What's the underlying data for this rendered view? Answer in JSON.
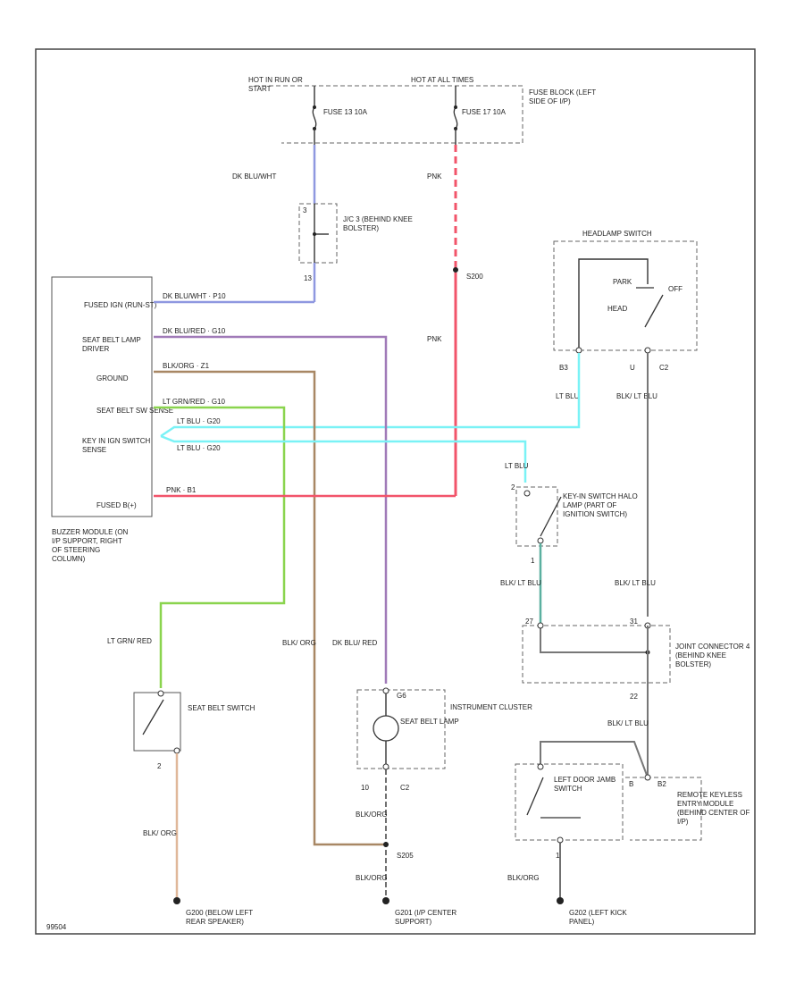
{
  "colors": {
    "dk_blu_wht": "#8f98e0",
    "dk_blu_red": "#a07ab8",
    "blk_org": "#a88764",
    "lt_grn_red": "#8ad44e",
    "lt_blu": "#7af2f6",
    "pnk": "#f2546a",
    "blk_org_lower": "#e0b89a"
  },
  "labels": {
    "hot_run_start": "HOT IN RUN OR START",
    "hot_all_times": "HOT AT ALL TIMES",
    "fuse_block": "FUSE BLOCK (LEFT SIDE OF I/P)",
    "fuse13": "FUSE 13 10A",
    "fuse17": "FUSE 17 10A",
    "wire_dk_blu_wht_top": "DK BLU/WHT",
    "wire_pnk_top": "PNK",
    "jc_term_top": "3",
    "jc_term_bot": "13",
    "jc_label": "J/C 3 (BEHIND KNEE BOLSTER)",
    "s200": "S200",
    "wire_pnk_mid": "PNK",
    "headlamp_switch": "HEADLAMP SWITCH",
    "park": "PARK",
    "off": "OFF",
    "head": "HEAD",
    "term_b3": "B3",
    "term_u": "U",
    "c2_top": "C2",
    "wire_lt_blu_hs": "LT BLU",
    "wire_blk_lt_blu_hs": "BLK/ LT BLU",
    "bm_fused_ign": "FUSED IGN (RUN-ST)",
    "bm_seat_belt_lamp": "SEAT BELT LAMP DRIVER",
    "bm_ground": "GROUND",
    "bm_seat_belt_sense": "SEAT BELT SW SENSE",
    "bm_key_in_sense": "KEY IN IGN SWITCH SENSE",
    "bm_fused_batt": "FUSED B(+)",
    "bm_wire1": "DK BLU/WHT · P10",
    "bm_wire2": "DK BLU/RED · G10",
    "bm_wire3": "BLK/ORG · Z1",
    "bm_wire4": "LT GRN/RED · G10",
    "bm_wire5": "LT BLU · G20",
    "bm_wire6": "LT BLU · G20",
    "bm_wire7": "PNK · B1",
    "buzzer_module": "BUZZER MODULE (ON I/P SUPPORT, RIGHT OF STEERING COLUMN)",
    "wire_lt_blu_kis": "LT BLU",
    "kis_term_top": "2",
    "kis_term_bot": "1",
    "key_in_switch": "KEY-IN SWITCH HALO LAMP (PART OF IGNITION SWITCH)",
    "wire_blk_lt_blu_a": "BLK/ LT BLU",
    "wire_blk_lt_blu_b": "BLK/ LT BLU",
    "jc_term_27": "27",
    "jc_term_31": "31",
    "joint_connector": "JOINT CONNECTOR 4 (BEHIND KNEE BOLSTER)",
    "jc_term_22": "22",
    "wire_lt_grn_red": "LT GRN/ RED",
    "wire_blk_org_mid": "BLK/ ORG",
    "wire_dk_blu_red": "DK BLU/ RED",
    "seat_belt_switch": "SEAT BELT SWITCH",
    "sbs_term": "2",
    "ic_term_top": "G6",
    "ic_label": "INSTRUMENT CLUSTER",
    "lamp_label": "SEAT BELT LAMP",
    "ic_term_bot": "10",
    "c2_bot": "C2",
    "wire_blk_org_lower": "BLK/ ORG",
    "wire_blk_org_c": "BLK/ORG",
    "wire_blk_org_d": "BLK/ORG",
    "wire_blk_org_e": "BLK/ORG",
    "s205": "S205",
    "wire_blk_lt_blu_c": "BLK/ LT BLU",
    "ldj_switch": "LEFT DOOR JAMB SWITCH",
    "ldj_term": "1",
    "rke_term_a": "B",
    "rke_term_b": "B2",
    "rke_module": "REMOTE KEYLESS ENTRY MODULE (BEHIND CENTER OF I/P)",
    "g200": "G200 (BELOW LEFT REAR SPEAKER)",
    "g201": "G201 (I/P CENTER SUPPORT)",
    "g202": "G202 (LEFT KICK PANEL)",
    "figure_id": "99504"
  }
}
